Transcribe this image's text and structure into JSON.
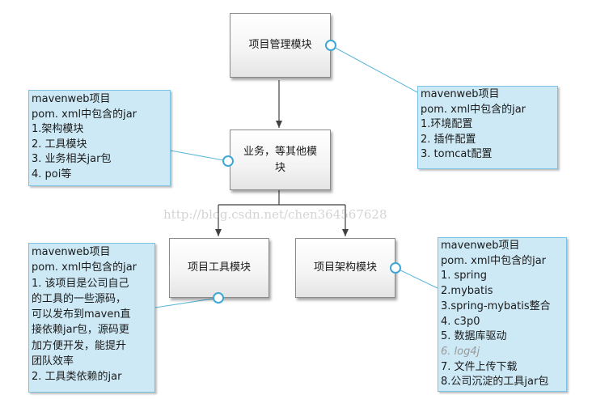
{
  "nodes": {
    "project_module": "项目管理模块",
    "business_module_line1": "业务，等其他模",
    "business_module_line2": "块",
    "tools_module": "项目工具模块",
    "framework_module": "项目架构模块"
  },
  "notes": {
    "business": [
      "mavenweb项目",
      "pom. xml中包含的jar",
      "1.架构模块",
      "2. 工具模块",
      "3. 业务相关jar包",
      "4. poi等"
    ],
    "project": [
      "mavenweb项目",
      "pom. xml中包含的jar",
      "1.环境配置",
      "2. 插件配置",
      "3. tomcat配置"
    ],
    "tools": [
      "mavenweb项目",
      "pom. xml中包含的jar",
      "1. 该项目是公司自己",
      "的工具的一些源码，",
      "可以发布到maven直",
      "接依赖jar包，源码更",
      "加方便开发，能提升",
      "团队效率",
      "2. 工具类依赖的jar"
    ],
    "framework": [
      "mavenweb项目",
      "pom. xml中包含的jar",
      "1. spring",
      "2.mybatis",
      "3.spring-mybatis整合",
      "4. c3p0",
      "5. 数据库驱动",
      "6. log4j",
      "7. 文件上传下载",
      "8.公司沉淀的工具jar包"
    ]
  },
  "watermark": "http://blog.csdn.net/chen364567628",
  "colors": {
    "note_fill": "#cde9f6",
    "note_border": "#7cc3e3",
    "connector": "#5bb6d9",
    "arrow": "#404040"
  }
}
